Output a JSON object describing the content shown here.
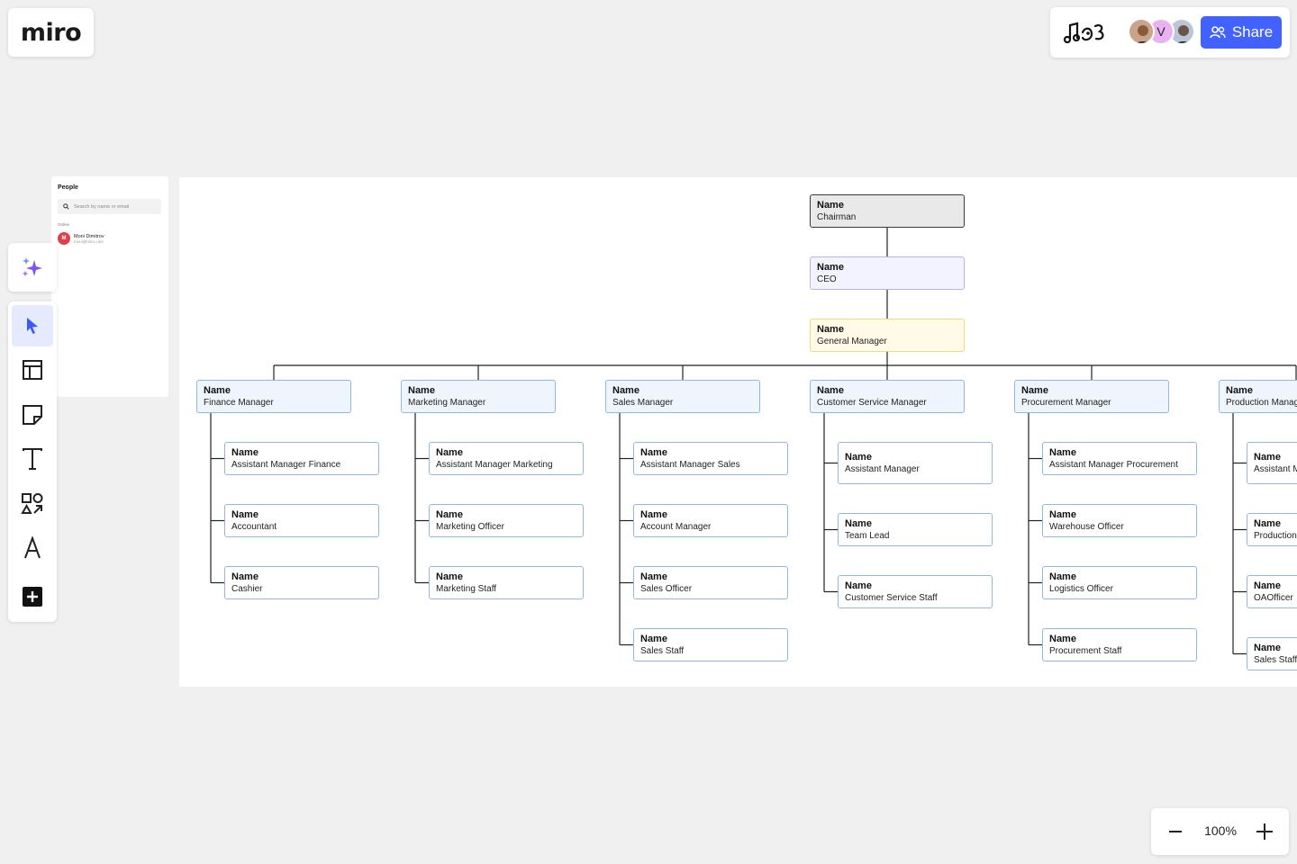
{
  "brand": {
    "logo": "miro",
    "accent": "#4262ff"
  },
  "header": {
    "reactions_icon": "reactions-icon",
    "collaborators": [
      {
        "name": "collaborator-1",
        "color": "#8a5a3c"
      },
      {
        "initial": "V",
        "color": "#e9b3f2"
      },
      {
        "name": "collaborator-3",
        "color": "#6b5548"
      }
    ],
    "share_label": "Share"
  },
  "people_panel": {
    "title": "People",
    "search_placeholder": "Search by name or email",
    "online_label": "Online",
    "users": [
      {
        "initial": "M",
        "name": "Moni Dimitrov",
        "email": "moni@miro.com"
      }
    ]
  },
  "toolbar": {
    "tools": [
      "select-tool",
      "templates-tool",
      "sticky-note-tool",
      "text-tool",
      "shapes-tool",
      "pen-tool",
      "more-tools"
    ]
  },
  "org_chart": {
    "name_placeholder": "Name",
    "top": [
      {
        "role": "Chairman",
        "style": "chair"
      },
      {
        "role": "CEO",
        "style": "ceo"
      },
      {
        "role": "General Manager",
        "style": "gm"
      }
    ],
    "departments": [
      {
        "head": "Finance Manager",
        "staff": [
          "Assistant Manager Finance",
          "Accountant",
          "Cashier"
        ]
      },
      {
        "head": "Marketing Manager",
        "staff": [
          "Assistant Manager Marketing",
          "Marketing Officer",
          "Marketing Staff"
        ]
      },
      {
        "head": "Sales Manager",
        "staff": [
          "Assistant Manager Sales",
          "Account Manager",
          "Sales Officer",
          "Sales Staff"
        ]
      },
      {
        "head": "Customer Service Manager",
        "staff": [
          "Assistant Manager",
          "Team Lead",
          "Customer Service Staff"
        ]
      },
      {
        "head": "Procurement Manager",
        "staff": [
          "Assistant Manager Procurement",
          "Warehouse Officer",
          "Logistics Officer",
          "Procurement Staff"
        ]
      },
      {
        "head": "Production Manager",
        "staff": [
          "Assistant Manager Production",
          "Production Officer",
          "OAOfficer",
          "Sales Staff"
        ]
      }
    ]
  },
  "zoom": {
    "value": "100%"
  }
}
